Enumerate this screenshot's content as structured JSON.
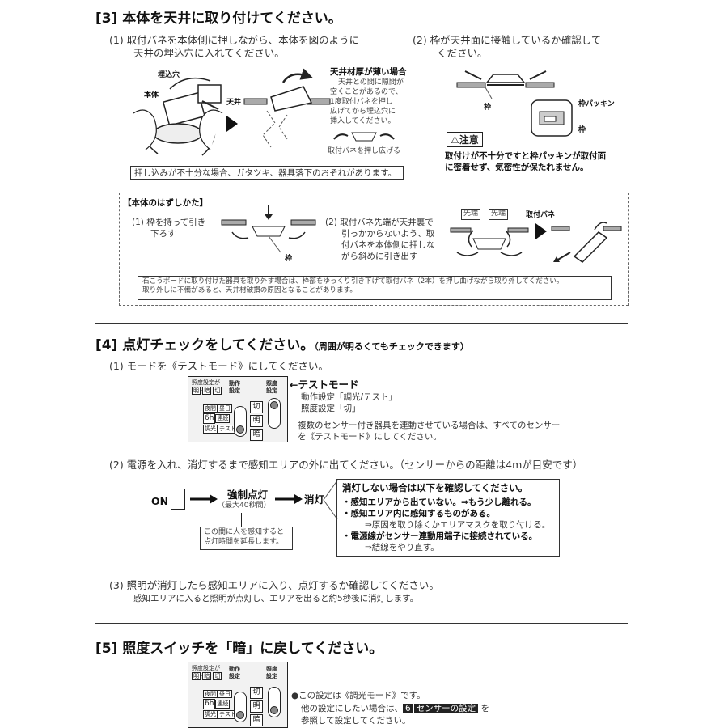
{
  "s3": {
    "title": "[3]  本体を天井に取り付けてください。",
    "step1_l1": "(1)  取付バネを本体側に押しながら、本体を図のように",
    "step1_l2": "天井の埋込穴に入れてください。",
    "step2_l1": "(2)  枠が天井面に接触しているか確認して",
    "step2_l2": "ください。",
    "fig_umekomi": "埋込穴",
    "fig_hontai": "本体",
    "fig_tenjo": "天井",
    "thin_title": "天井材厚が薄い場合",
    "thin_l1": "天井との間に隙間が",
    "thin_l2": "空くことがあるので、",
    "thin_l3": "1度取付バネを押し",
    "thin_l4": "広げてから埋込穴に",
    "thin_l5": "挿入してください。",
    "thin_cap": "取付バネを押し広げる",
    "warn_box": "押し込みが不十分な場合、ガタツキ、器具落下のおそれがあります。",
    "waku": "枠",
    "waku_packing": "枠パッキン",
    "waku2": "枠",
    "caution": "注意",
    "caution_l1": "取付けが不十分ですと枠パッキンが取付面",
    "caution_l2": "に密着せず、気密性が保たれません。",
    "remove_title": "【本体のはずしかた】",
    "rm1_l1": "(1)  枠を持って引き",
    "rm1_l2": "下ろす",
    "rm_waku": "枠",
    "rm2_l1": "(2)  取付バネ先端が天井裏で",
    "rm2_l2": "引っかからないよう、取",
    "rm2_l3": "付バネを本体側に押しな",
    "rm2_l4": "がら斜めに引き出す",
    "sentan1": "先端",
    "sentan2": "先端",
    "toritsuke_bane": "取付バネ",
    "rm_note_l1": "石こうボードに取り付けた器具を取り外す場合は、枠部をゆっくり引き下げて取付バネ（2本）を押し曲げながら取り外してください。",
    "rm_note_l2": "取り外しに不備があると、天井材破損の原因となることがあります。"
  },
  "s4": {
    "title": "[4]  点灯チェックをしてください。",
    "title_note": "（周囲が明るくてもチェックできます）",
    "step1": "(1)  モードを《テストモード》にしてください。",
    "test_mode": "←テストモード",
    "test_l1": "動作設定「調光/テスト」",
    "test_l2": "照度設定「切」",
    "multi_l1": "複数のセンサー付き器具を連動させている場合は、すべてのセンサー",
    "multi_l2": "を《テストモード》にしてください。",
    "step2": "(2)  電源を入れ、消灯するまで感知エリアの外に出てください。（センサーからの距離は4mが目安です）",
    "on": "ON",
    "forced": "強制点灯",
    "forced_sub": "（最大40秒間）",
    "off": "消灯",
    "extend_l1": "この間に人を感知すると",
    "extend_l2": "点灯時間を延長します。",
    "check_title": "消灯しない場合は以下を確認してください。",
    "check1": "・感知エリアから出ていない。⇒もう少し離れる。",
    "check2": "・感知エリア内に感知するものがある。",
    "check2b": "⇒原因を取り除くかエリアマスクを取り付ける。",
    "check3": "・電源線がセンサー連動用端子に接続されている。",
    "check3b": "⇒結線をやり直す。",
    "step3": "(3)  照明が消灯したら感知エリアに入り、点灯するか確認してください。",
    "step3_sub": "感知エリアに入ると照明が点灯し、エリアを出ると約5秒後に消灯します。"
  },
  "s5": {
    "title": "[5]  照度スイッチを「暗」に戻してください。",
    "note_l1": "●この設定は《調光モード》です。",
    "note_l2a": "他の設定にしたい場合は、",
    "note_badge_num": "6",
    "note_badge": "センサーの設定",
    "note_l2b": "を",
    "note_l3": "参照して設定してください。"
  },
  "panel": {
    "illum_set": "照度設定が",
    "akarui": "明",
    "kurai": "暗",
    "kiri": "切",
    "action": "動作",
    "settei": "設定",
    "illum": "照度",
    "settei2": "設定",
    "yakan": "夜間",
    "nicchu": "昼日",
    "h6": "6h",
    "renzoku": "連続",
    "choko": "調光",
    "test": "テスト",
    "sw_kiri": "切",
    "sw_mei": "明",
    "sw_an": "暗"
  }
}
